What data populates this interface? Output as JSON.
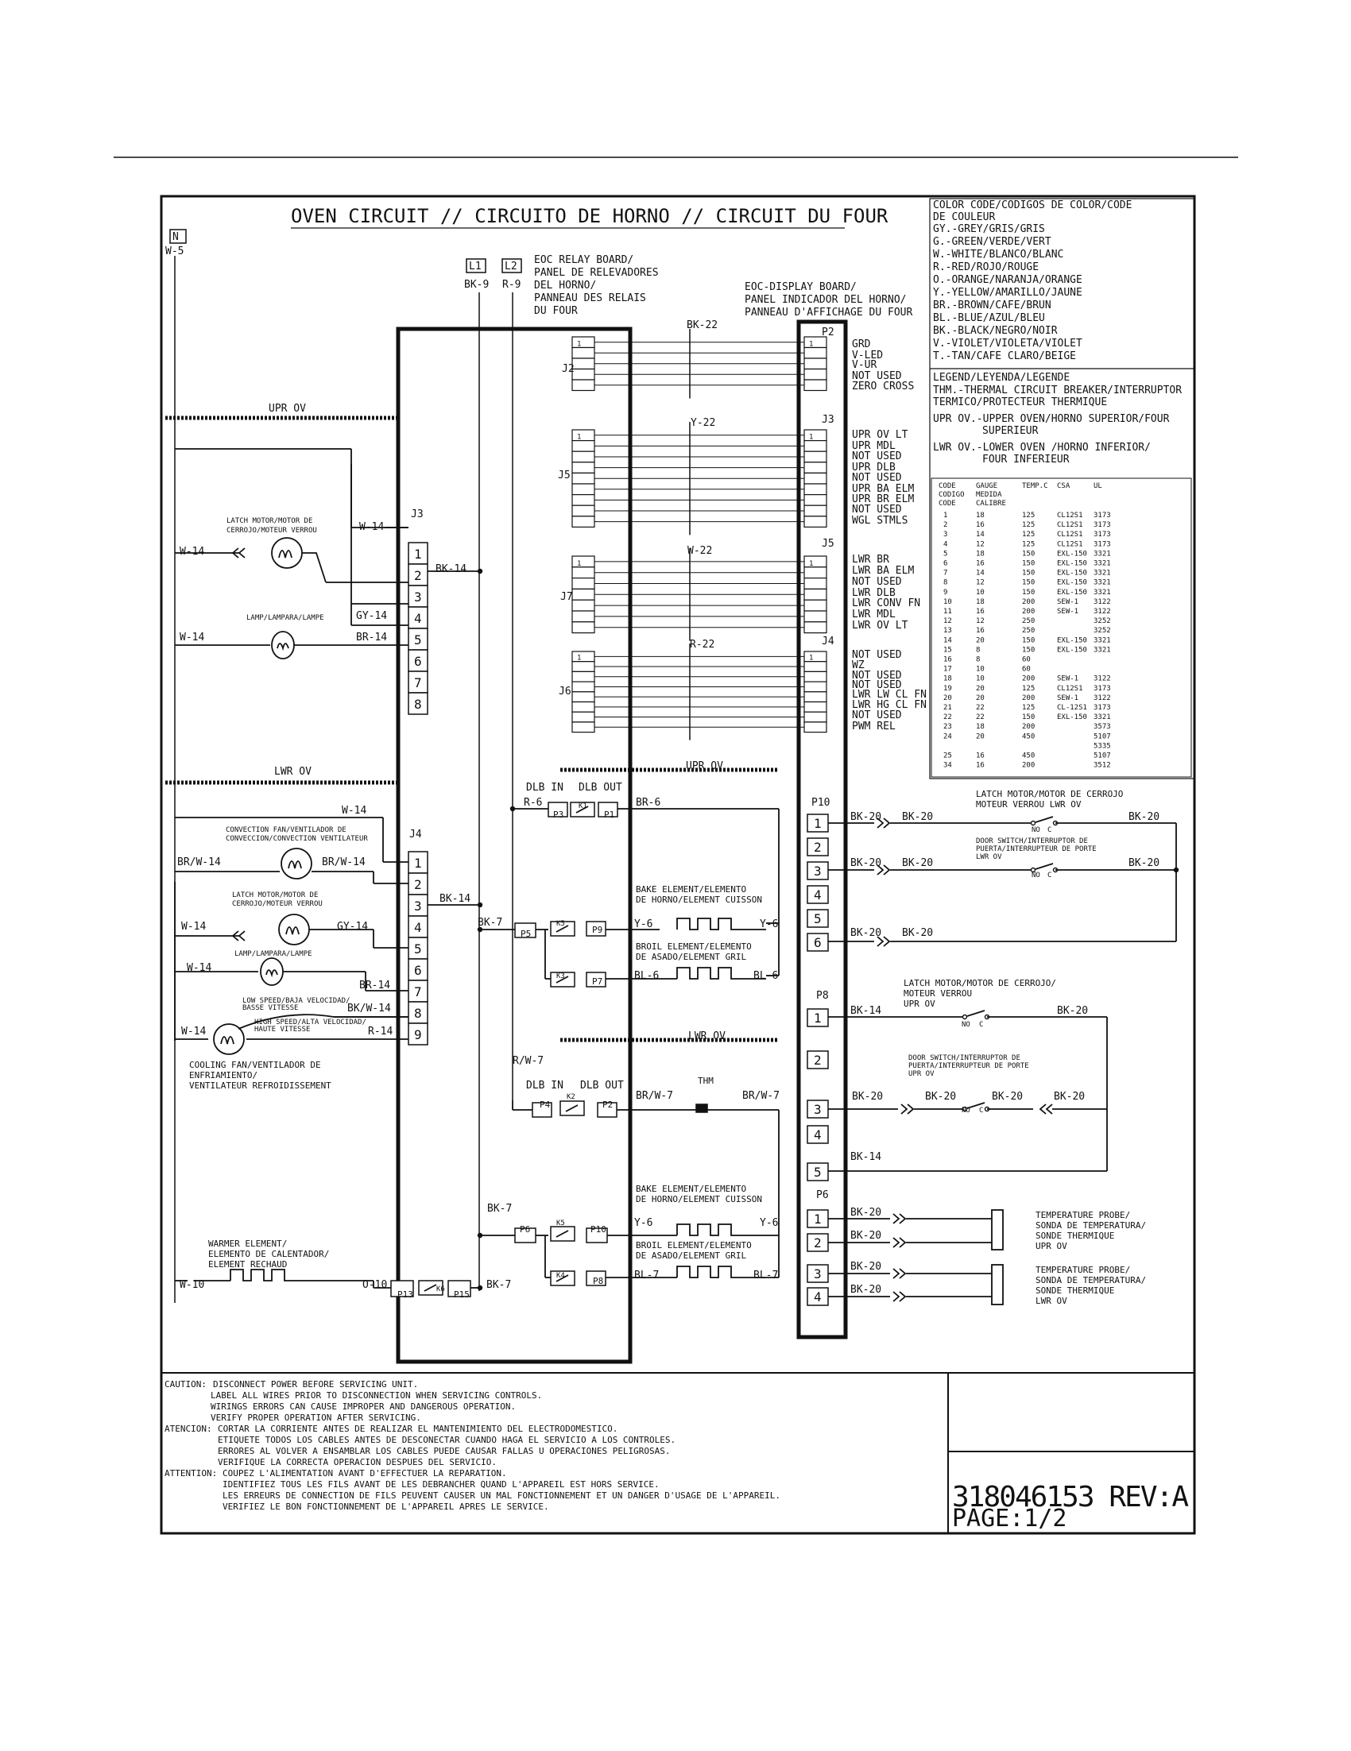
{
  "title": "OVEN CIRCUIT // CIRCUITO DE HORNO // CIRCUIT DU FOUR",
  "supply": {
    "n": "N",
    "w5": "W-5",
    "l1": "L1",
    "l2": "L2",
    "bk9": "BK-9",
    "r9": "R-9"
  },
  "relay_board": [
    "EOC RELAY BOARD/",
    "PANEL DE RELEVADORES",
    "DEL HORNO/",
    "PANNEAU DES RELAIS",
    "DU FOUR"
  ],
  "display_board": [
    "EOC-DISPLAY BOARD/",
    "PANEL INDICADOR DEL HORNO/",
    "PANNEAU D'AFFICHAGE DU FOUR"
  ],
  "harness": {
    "j2": "J2",
    "j5": "J5",
    "j7": "J7",
    "j6": "J6",
    "bk22": "BK-22",
    "y22": "Y-22",
    "w22": "W-22",
    "r22": "R-22",
    "p2": "P2",
    "j3d": "J3",
    "j5d": "J5",
    "j4d": "J4"
  },
  "p2_pins": [
    "GRD",
    "V-LED",
    "V-UR",
    "NOT USED",
    "ZERO CROSS"
  ],
  "j3_pins": [
    "UPR OV LT",
    "UPR MDL",
    "NOT USED",
    "UPR DLB",
    "NOT USED",
    "UPR BA ELM",
    "UPR BR ELM",
    "NOT USED",
    "WGL STMLS"
  ],
  "j5_pins": [
    "LWR BR",
    "LWR BA ELM",
    "NOT USED",
    "LWR DLB",
    "LWR CONV FN",
    "LWR MDL",
    "LWR OV LT"
  ],
  "j4_pins": [
    "NOT USED",
    "WZ",
    "NOT USED",
    "NOT USED",
    "LWR LW CL FN",
    "LWR HG CL FN",
    "NOT USED",
    "PWM REL"
  ],
  "upper_loads": {
    "section": "UPR OV",
    "j3": "J3",
    "w14a": "W-14",
    "w14b": "W-14",
    "w14c": "W-14",
    "bk14": "BK-14",
    "gy14": "GY-14",
    "br14": "BR-14",
    "latch": [
      "LATCH MOTOR/MOTOR DE",
      "CERROJO/MOTEUR VERROU"
    ],
    "lamp": "LAMP/LAMPARA/LAMPE"
  },
  "lower_loads": {
    "section": "LWR OV",
    "j4": "J4",
    "w14": "W-14",
    "brw14a": "BR/W-14",
    "brw14b": "BR/W-14",
    "w14b": "W-14",
    "gy14": "GY-14",
    "w14c": "W-14",
    "br14": "BR-14",
    "bkw14": "BK/W-14",
    "w14d": "W-14",
    "r14": "R-14",
    "bk14": "BK-14",
    "conv": [
      "CONVECTION FAN/VENTILADOR DE",
      "CONVECCION/CONVECTION VENTILATEUR"
    ],
    "latch": [
      "LATCH MOTOR/MOTOR DE",
      "CERROJO/MOTEUR VERROU"
    ],
    "lamp": "LAMP/LAMPARA/LAMPE",
    "low": [
      "LOW SPEED/BAJA VELOCIDAD/",
      "BASSE VITESSE"
    ],
    "high": [
      "HIGH SPEED/ALTA VELOCIDAD/",
      "HAUTE VITESSE"
    ],
    "cool": [
      "COOLING FAN/VENTILADOR DE",
      "ENFRIAMIENTO/",
      "VENTILATEUR REFROIDISSEMENT"
    ]
  },
  "warmer": {
    "label": [
      "WARMER ELEMENT/",
      "ELEMENTO DE CALENTADOR/",
      "ELEMENT RECHAUD"
    ],
    "w10": "W-10",
    "o10": "O-10",
    "p13": "P13",
    "p15": "P15",
    "k": "K6",
    "bk7": "BK-7"
  },
  "upper_relays": {
    "section": "UPR OV",
    "dlb_in": "DLB IN",
    "dlb_out": "DLB OUT",
    "r6": "R-6",
    "p3": "P3",
    "p1": "P1",
    "br6": "BR-6",
    "k": "K1",
    "bk7": "BK-7",
    "p5": "P5",
    "p9": "P9",
    "p7": "P7",
    "k2": "K5",
    "k3": "K3",
    "bake": [
      "BAKE ELEMENT/ELEMENTO",
      "DE HORNO/ELEMENT CUISSON"
    ],
    "broil": [
      "BROIL ELEMENT/ELEMENTO",
      "DE ASADO/ELEMENT GRIL"
    ],
    "y6a": "Y-6",
    "y6b": "Y-6",
    "bl6a": "BL-6",
    "bl6b": "BL-6"
  },
  "lower_relays": {
    "section": "LWR OV",
    "rw7": "R/W-7",
    "dlb_in": "DLB IN",
    "dlb_out": "DLB OUT",
    "p4": "P4",
    "p2": "P2",
    "k": "K2",
    "brw7a": "BR/W-7",
    "brw7b": "BR/W-7",
    "thm": "THM",
    "bk7": "BK-7",
    "p6": "P6",
    "p10": "P10",
    "p8": "P8",
    "k2": "K5",
    "k3": "K4",
    "bake": [
      "BAKE ELEMENT/ELEMENTO",
      "DE HORNO/ELEMENT CUISSON"
    ],
    "broil": [
      "BROIL ELEMENT/ELEMENTO",
      "DE ASADO/ELEMENT GRIL"
    ],
    "y6a": "Y-6",
    "y6b": "Y-6",
    "bl7a": "BL-7",
    "bl7b": "BL-7"
  },
  "p10": {
    "name": "P10",
    "bk20": "BK-20",
    "latch": [
      "LATCH MOTOR/MOTOR DE CERROJO",
      "MOTEUR VERROU LWR OV"
    ],
    "door": [
      "DOOR SWITCH/INTERRUPTOR DE",
      "PUERTA/INTERRUPTEUR DE PORTE",
      "LWR OV"
    ],
    "no": "NO",
    "c": "C"
  },
  "p8": {
    "name": "P8",
    "bk14": "BK-14",
    "bk20": "BK-20",
    "latch": [
      "LATCH MOTOR/MOTOR DE CERROJO/",
      "MOTEUR VERROU",
      "UPR OV"
    ],
    "door": [
      "DOOR SWITCH/INTERRUPTOR DE",
      "PUERTA/INTERRUPTEUR DE PORTE",
      "UPR OV"
    ],
    "no": "NO",
    "c": "C"
  },
  "p6": {
    "name": "P6",
    "bk20": "BK-20",
    "probe_upr": [
      "TEMPERATURE PROBE/",
      "SONDA DE TEMPERATURA/",
      "SONDE THERMIQUE",
      "UPR OV"
    ],
    "probe_lwr": [
      "TEMPERATURE PROBE/",
      "SONDA DE TEMPERATURA/",
      "SONDE THERMIQUE",
      "LWR OV"
    ]
  },
  "color_code": {
    "title": [
      "COLOR CODE/CODIGOS DE COLOR/CODE",
      "DE COULEUR"
    ],
    "items": [
      "GY.-GREY/GRIS/GRIS",
      "G.-GREEN/VERDE/VERT",
      "W.-WHITE/BLANCO/BLANC",
      "R.-RED/ROJO/ROUGE",
      "O.-ORANGE/NARANJA/ORANGE",
      "Y.-YELLOW/AMARILLO/JAUNE",
      "BR.-BROWN/CAFE/BRUN",
      "BL.-BLUE/AZUL/BLEU",
      "BK.-BLACK/NEGRO/NOIR",
      "V.-VIOLET/VIOLETA/VIOLET",
      "T.-TAN/CAFE CLARO/BEIGE"
    ]
  },
  "legend": {
    "title": "LEGEND/LEYENDA/LEGENDE",
    "items": [
      "THM.-THERMAL CIRCUIT BREAKER/INTERRUPTOR",
      "TERMICO/PROTECTEUR THERMIQUE",
      "UPR OV.-UPPER OVEN/HORNO SUPERIOR/FOUR",
      "SUPERIEUR",
      "LWR OV.-LOWER OVEN /HORNO INFERIOR/",
      "FOUR INFERIEUR"
    ]
  },
  "gauge_table": {
    "headers": [
      "CODE",
      "GAUGE",
      "TEMP.C",
      "CSA",
      "UL"
    ],
    "subheaders": [
      "CODIGO",
      "MEDIDA",
      "CODE",
      "CALIBRE"
    ],
    "rows": [
      [
        "1",
        "18",
        "125",
        "CL12S1",
        "3173"
      ],
      [
        "2",
        "16",
        "125",
        "CL12S1",
        "3173"
      ],
      [
        "3",
        "14",
        "125",
        "CL12S1",
        "3173"
      ],
      [
        "4",
        "12",
        "125",
        "CL12S1",
        "3173"
      ],
      [
        "5",
        "18",
        "150",
        "EXL-150",
        "3321"
      ],
      [
        "6",
        "16",
        "150",
        "EXL-150",
        "3321"
      ],
      [
        "7",
        "14",
        "150",
        "EXL-150",
        "3321"
      ],
      [
        "8",
        "12",
        "150",
        "EXL-150",
        "3321"
      ],
      [
        "9",
        "10",
        "150",
        "EXL-150",
        "3321"
      ],
      [
        "10",
        "18",
        "200",
        "SEW-1",
        "3122"
      ],
      [
        "11",
        "16",
        "200",
        "SEW-1",
        "3122"
      ],
      [
        "12",
        "12",
        "250",
        "",
        "3252"
      ],
      [
        "13",
        "16",
        "250",
        "",
        "3252"
      ],
      [
        "14",
        "20",
        "150",
        "EXL-150",
        "3321"
      ],
      [
        "15",
        "8",
        "150",
        "EXL-150",
        "3321"
      ],
      [
        "16",
        "8",
        "60",
        "",
        ""
      ],
      [
        "17",
        "10",
        "60",
        "",
        ""
      ],
      [
        "18",
        "10",
        "200",
        "SEW-1",
        "3122"
      ],
      [
        "19",
        "20",
        "125",
        "CL12S1",
        "3173"
      ],
      [
        "20",
        "20",
        "200",
        "SEW-1",
        "3122"
      ],
      [
        "21",
        "22",
        "125",
        "CL-12S1",
        "3173"
      ],
      [
        "22",
        "22",
        "150",
        "EXL-150",
        "3321"
      ],
      [
        "23",
        "18",
        "200",
        "",
        "3573"
      ],
      [
        "24",
        "20",
        "450",
        "",
        "5107"
      ],
      [
        "",
        "",
        "",
        "",
        "5335"
      ],
      [
        "25",
        "16",
        "450",
        "",
        "5107"
      ],
      [
        "34",
        "16",
        "200",
        "",
        "3512"
      ]
    ]
  },
  "caution": {
    "caution_label": "CAUTION:",
    "caution": [
      "DISCONNECT POWER BEFORE SERVICING UNIT.",
      "LABEL ALL WIRES PRIOR TO DISCONNECTION WHEN SERVICING CONTROLS.",
      "WIRINGS ERRORS CAN CAUSE IMPROPER AND DANGEROUS OPERATION.",
      "VERIFY PROPER OPERATION AFTER SERVICING."
    ],
    "atencion_label": "ATENCION:",
    "atencion": [
      "CORTAR LA CORRIENTE ANTES DE REALIZAR EL MANTENIMIENTO DEL ELECTRODOMESTICO.",
      "ETIQUETE TODOS LOS CABLES ANTES DE DESCONECTAR CUANDO HAGA EL SERVICIO A LOS CONTROLES.",
      "ERRORES AL VOLVER A ENSAMBLAR LOS CABLES PUEDE CAUSAR FALLAS U OPERACIONES PELIGROSAS.",
      "VERIFIQUE LA CORRECTA OPERACION DESPUES DEL SERVICIO."
    ],
    "attention_label": "ATTENTION:",
    "attention": [
      "COUPEZ L'ALIMENTATION AVANT D'EFFECTUER LA REPARATION.",
      "IDENTIFIEZ TOUS LES FILS AVANT DE LES DEBRANCHER QUAND L'APPAREIL EST HORS SERVICE.",
      "LES ERREURS DE CONNECTION DE FILS PEUVENT CAUSER UN MAL FONCTIONNEMENT ET UN DANGER D'USAGE DE L'APPAREIL.",
      "VERIFIEZ LE BON FONCTIONNEMENT DE L'APPAREIL APRES LE SERVICE."
    ]
  },
  "part_number": "318046153 REV:A",
  "page": "PAGE:1/2"
}
